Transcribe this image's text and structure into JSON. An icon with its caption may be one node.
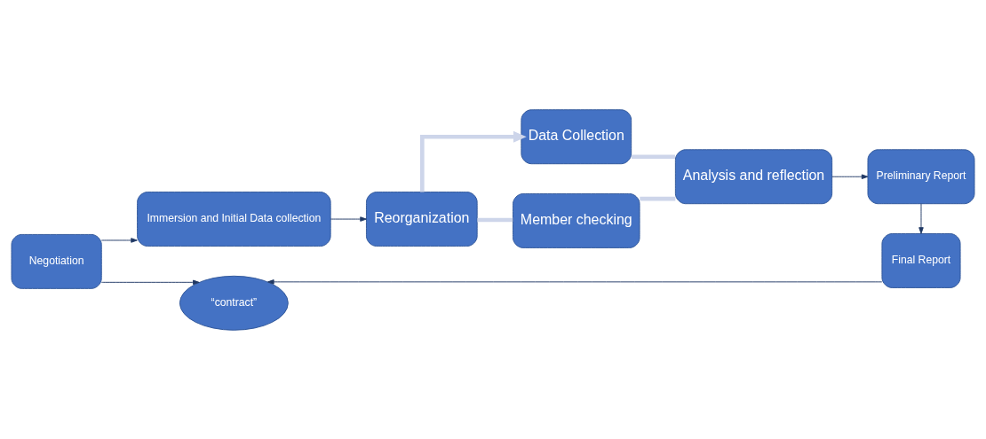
{
  "diagram": {
    "nodes": [
      {
        "text": [
          "Negotiation"
        ]
      },
      {
        "text": [
          "Immersion and Initial Data collection"
        ]
      },
      {
        "text": [
          "Data Collection"
        ]
      },
      {
        "text": [
          "Reorganization"
        ]
      },
      {
        "text": [
          "Analysis and reflection"
        ]
      },
      {
        "text": [
          "Member checking"
        ]
      },
      {
        "text": [
          "Preliminary Report"
        ]
      },
      {
        "text": [
          "“contract”"
        ]
      },
      {
        "text": [
          "Final Report"
        ]
      }
    ],
    "edges": [
      {
        "from": 0,
        "to": 1,
        "arrow": "to"
      },
      {
        "from": 1,
        "to": 3,
        "arrow": "to"
      },
      {
        "from": 3,
        "to": 2,
        "arrow": "to",
        "style": "thick",
        "color": "#cdd5ea"
      },
      {
        "from": 2,
        "to": 4,
        "arrow": "none",
        "style": "thick",
        "color": "#cdd5ea"
      },
      {
        "from": 4,
        "to": 5,
        "arrow": "none",
        "style": "thick",
        "color": "#cdd5ea"
      },
      {
        "from": 5,
        "to": 3,
        "arrow": "none",
        "style": "thick",
        "color": "#cdd5ea"
      },
      {
        "from": 4,
        "to": 6,
        "arrow": "to"
      },
      {
        "from": 6,
        "to": 8,
        "arrow": "to"
      },
      {
        "from": 8,
        "to": 7,
        "arrow": "to"
      },
      {
        "from": 0,
        "to": 7,
        "arrow": "to"
      }
    ]
  }
}
